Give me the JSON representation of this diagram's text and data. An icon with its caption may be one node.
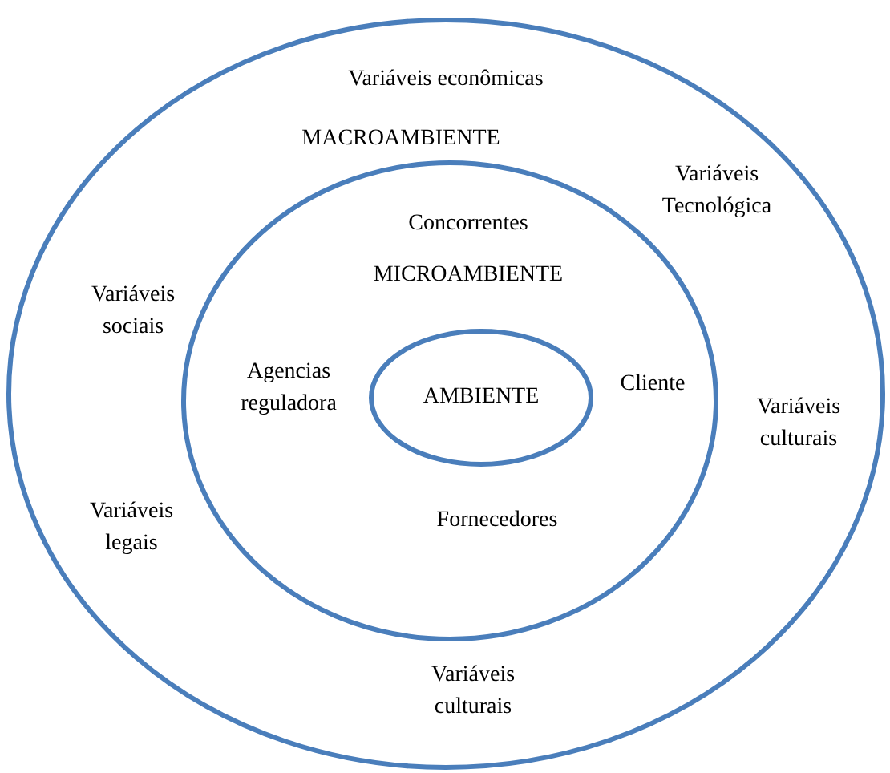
{
  "diagram": {
    "nodes": [
      {
        "text": [
          "Variáveis econômicas",
          "MACROAMBIENTE",
          "Variáveis Tecnológica",
          "Variáveis sociais",
          "Variáveis culturais",
          "Variáveis legais",
          "Variáveis culturais"
        ]
      },
      {
        "text": [
          "Concorrentes",
          "MICROAMBIENTE",
          "Agencias reguladora",
          "Cliente",
          "Fornecedores"
        ],
        "in": 0
      },
      {
        "text": [
          "AMBIENTE"
        ],
        "in": 1
      }
    ]
  }
}
